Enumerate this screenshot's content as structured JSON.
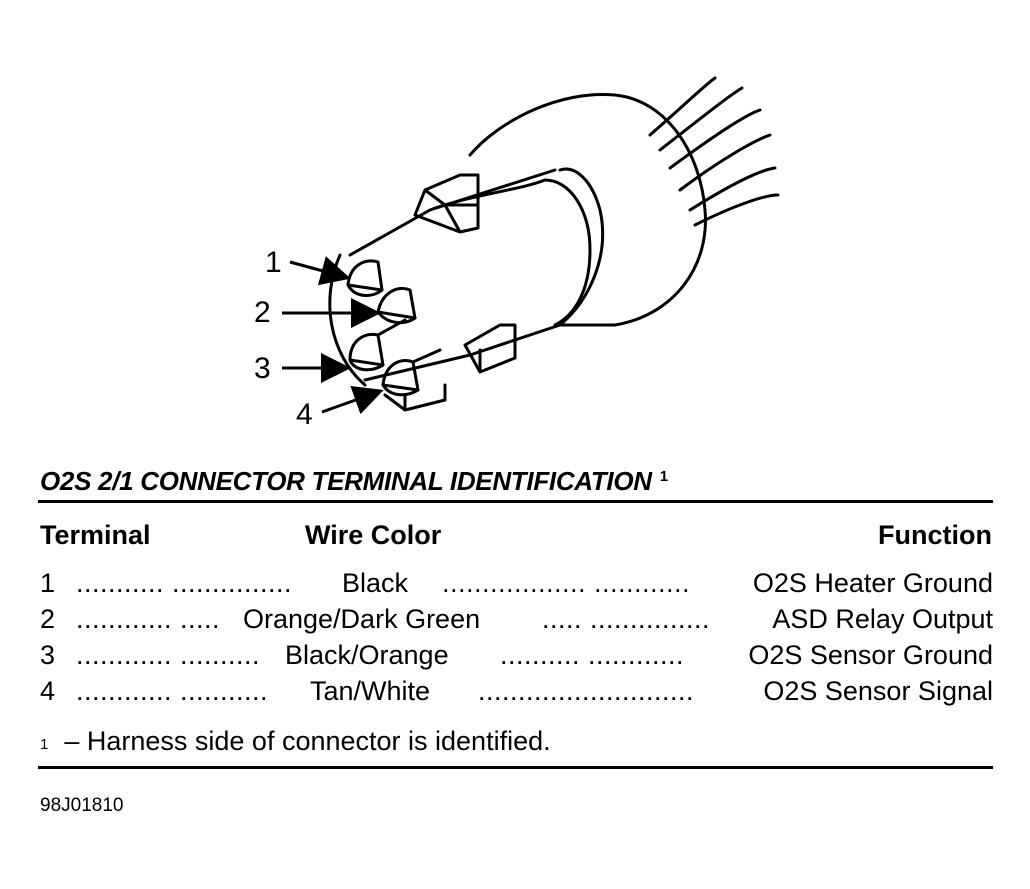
{
  "callouts": [
    "1",
    "2",
    "3",
    "4"
  ],
  "title": "O2S 2/1 CONNECTOR TERMINAL IDENTIFICATION",
  "title_footnote_mark": "1",
  "headers": {
    "terminal": "Terminal",
    "wire_color": "Wire Color",
    "function": "Function"
  },
  "rows": [
    {
      "terminal": "1",
      "dots1": "........... ...............",
      "wire_color": "Black",
      "dots2": ".................. ............",
      "function": "O2S Heater Ground"
    },
    {
      "terminal": "2",
      "dots1": "............ .....",
      "wire_color": "Orange/Dark Green",
      "dots2": "..... ...............",
      "function": "ASD Relay Output"
    },
    {
      "terminal": "3",
      "dots1": "............ ..........",
      "wire_color": "Black/Orange",
      "dots2": ".......... ............",
      "function": "O2S Sensor Ground"
    },
    {
      "terminal": "4",
      "dots1": "............ ...........",
      "wire_color": "Tan/White",
      "dots2": "...........................",
      "function": "O2S Sensor Signal"
    }
  ],
  "footnote_mark": "1",
  "footnote": "–  Harness side of connector is identified.",
  "figure_code": "98J01810"
}
